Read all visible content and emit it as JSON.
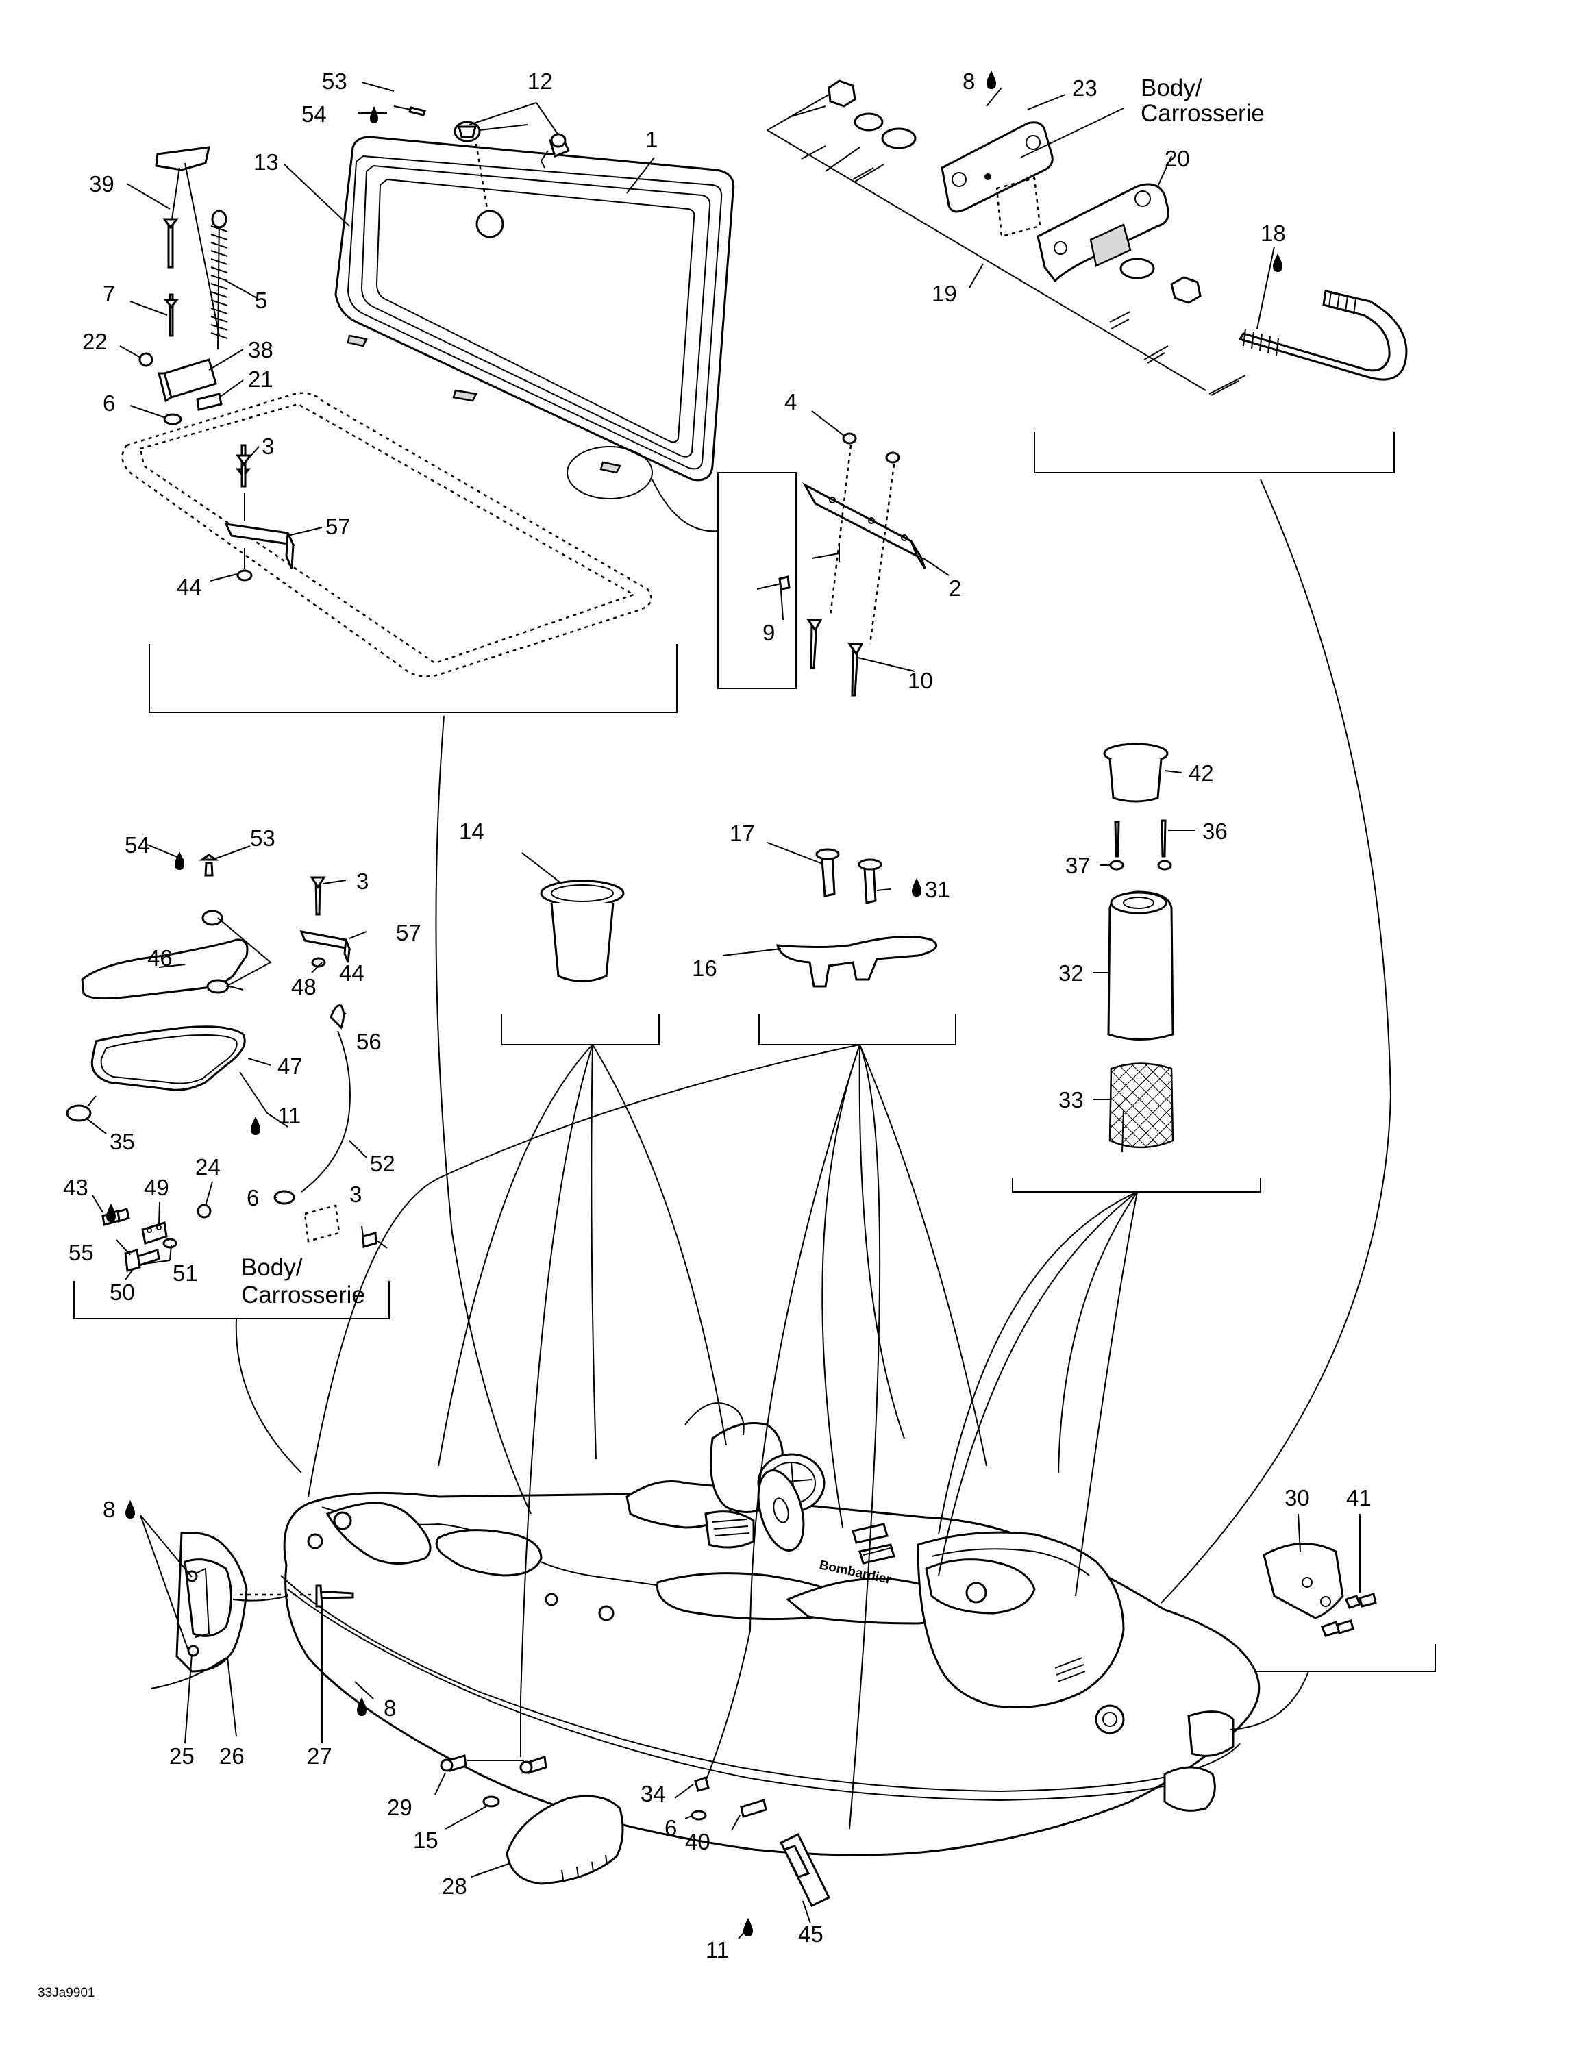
{
  "diagram": {
    "reference_code": "33Ja9901",
    "body_label_line1": "Body/",
    "body_label_line2": "Carrosserie",
    "brand_text": "Bombardier",
    "callouts": [
      {
        "id": "c53a",
        "text": "53"
      },
      {
        "id": "c12",
        "text": "12"
      },
      {
        "id": "c54a",
        "text": "54"
      },
      {
        "id": "c1",
        "text": "1"
      },
      {
        "id": "c13",
        "text": "13"
      },
      {
        "id": "c39",
        "text": "39"
      },
      {
        "id": "c5",
        "text": "5"
      },
      {
        "id": "c7",
        "text": "7"
      },
      {
        "id": "c22",
        "text": "22"
      },
      {
        "id": "c38",
        "text": "38"
      },
      {
        "id": "c21",
        "text": "21"
      },
      {
        "id": "c6a",
        "text": "6"
      },
      {
        "id": "c3a",
        "text": "3"
      },
      {
        "id": "c57a",
        "text": "57"
      },
      {
        "id": "c44a",
        "text": "44"
      },
      {
        "id": "c8a",
        "text": "8"
      },
      {
        "id": "c23",
        "text": "23"
      },
      {
        "id": "c20",
        "text": "20"
      },
      {
        "id": "c18",
        "text": "18"
      },
      {
        "id": "c19",
        "text": "19"
      },
      {
        "id": "c4",
        "text": "4"
      },
      {
        "id": "c2",
        "text": "2"
      },
      {
        "id": "c9",
        "text": "9"
      },
      {
        "id": "c10",
        "text": "10"
      },
      {
        "id": "c42",
        "text": "42"
      },
      {
        "id": "c14",
        "text": "14"
      },
      {
        "id": "c17",
        "text": "17"
      },
      {
        "id": "c31",
        "text": "31"
      },
      {
        "id": "c16",
        "text": "16"
      },
      {
        "id": "c37",
        "text": "37"
      },
      {
        "id": "c36",
        "text": "36"
      },
      {
        "id": "c32",
        "text": "32"
      },
      {
        "id": "c33",
        "text": "33"
      },
      {
        "id": "c54b",
        "text": "54"
      },
      {
        "id": "c53b",
        "text": "53"
      },
      {
        "id": "c3b",
        "text": "3"
      },
      {
        "id": "c57b",
        "text": "57"
      },
      {
        "id": "c44b",
        "text": "44"
      },
      {
        "id": "c46",
        "text": "46"
      },
      {
        "id": "c48",
        "text": "48"
      },
      {
        "id": "c56",
        "text": "56"
      },
      {
        "id": "c47",
        "text": "47"
      },
      {
        "id": "c11a",
        "text": "11"
      },
      {
        "id": "c35",
        "text": "35"
      },
      {
        "id": "c52",
        "text": "52"
      },
      {
        "id": "c43",
        "text": "43"
      },
      {
        "id": "c49",
        "text": "49"
      },
      {
        "id": "c24",
        "text": "24"
      },
      {
        "id": "c6b",
        "text": "6"
      },
      {
        "id": "c3c",
        "text": "3"
      },
      {
        "id": "c55",
        "text": "55"
      },
      {
        "id": "c51",
        "text": "51"
      },
      {
        "id": "c50",
        "text": "50"
      },
      {
        "id": "c30",
        "text": "30"
      },
      {
        "id": "c41",
        "text": "41"
      },
      {
        "id": "c8b",
        "text": "8"
      },
      {
        "id": "c8c",
        "text": "8"
      },
      {
        "id": "c25",
        "text": "25"
      },
      {
        "id": "c26",
        "text": "26"
      },
      {
        "id": "c27",
        "text": "27"
      },
      {
        "id": "c29",
        "text": "29"
      },
      {
        "id": "c15",
        "text": "15"
      },
      {
        "id": "c28",
        "text": "28"
      },
      {
        "id": "c34",
        "text": "34"
      },
      {
        "id": "c6c",
        "text": "6"
      },
      {
        "id": "c40",
        "text": "40"
      },
      {
        "id": "c45",
        "text": "45"
      },
      {
        "id": "c11b",
        "text": "11"
      }
    ]
  }
}
